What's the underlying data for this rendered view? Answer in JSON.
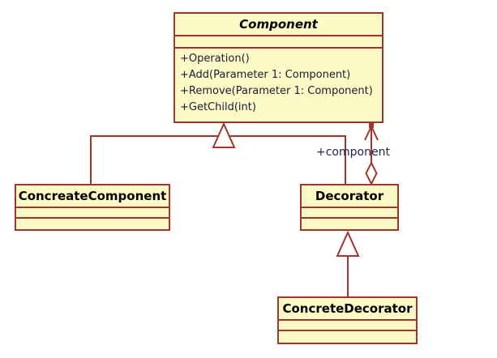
{
  "classes": {
    "component": {
      "name": "Component",
      "methods": [
        "+Operation()",
        "+Add(Parameter 1: Component)",
        "+Remove(Parameter 1: Component)",
        "+GetChild(int)"
      ]
    },
    "concreate_component": {
      "name": "ConcreateComponent"
    },
    "decorator": {
      "name": "Decorator"
    },
    "concrete_decorator": {
      "name": "ConcreteDecorator"
    }
  },
  "labels": {
    "aggregation_role": "+component"
  },
  "colors": {
    "box_fill": "#FCFAC5",
    "box_border": "#A1352B",
    "connector": "#A1352B",
    "title_text": "#000000",
    "member_text": "#1B1B35",
    "label_text": "#23234F"
  }
}
